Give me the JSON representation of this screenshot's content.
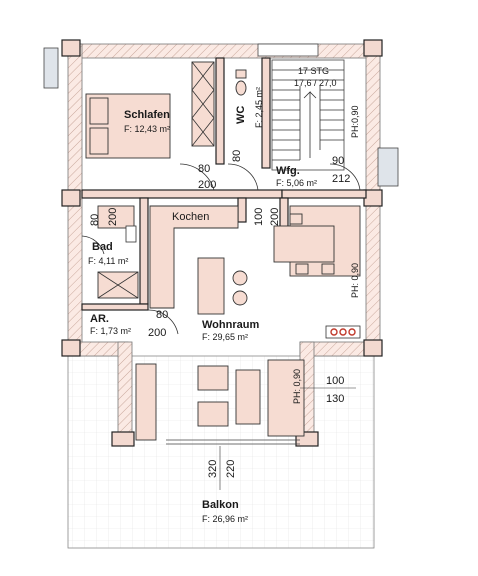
{
  "rooms": {
    "schlafen": {
      "name": "Schlafen",
      "area": "F: 12,43 m²"
    },
    "wc": {
      "name": "WC",
      "area": "F: 2,45 m²"
    },
    "wfg": {
      "name": "Wfg.",
      "area": "F: 5,06 m²"
    },
    "stair": {
      "line1": "17 STG",
      "line2": "17,6 / 27,0"
    },
    "kochen": {
      "name": "Kochen"
    },
    "bad": {
      "name": "Bad",
      "area": "F: 4,11 m²"
    },
    "ar": {
      "name": "AR.",
      "area": "F: 1,73 m²"
    },
    "wohnraum": {
      "name": "Wohnraum",
      "area": "F: 29,65 m²"
    },
    "balkon": {
      "name": "Balkon",
      "area": "F: 26,96 m²"
    }
  },
  "labels": {
    "ph_stair": "PH:0,90",
    "ph_right": "PH: 0,90",
    "ph_living": "PH: 0,90"
  },
  "dimensions": {
    "d_80_a": "80",
    "d_80_b": "80",
    "d_200_a": "200",
    "d_90": "90",
    "d_212": "212",
    "d_80_c": "80",
    "d_200_b": "200",
    "d_100_v": "100",
    "d_200_v": "200",
    "d_80_d": "80",
    "d_200_c": "200",
    "d_100": "100",
    "d_130": "130",
    "d_320": "320",
    "d_220": "220"
  }
}
